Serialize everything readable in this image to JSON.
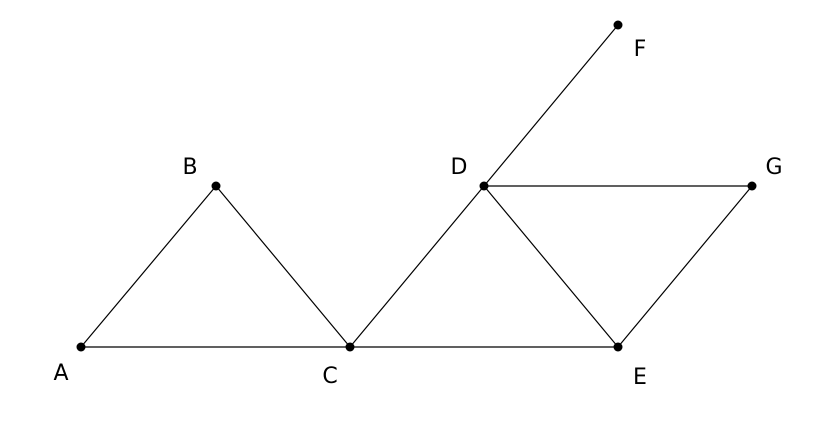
{
  "graph": {
    "nodes": [
      {
        "id": "A",
        "label": "A"
      },
      {
        "id": "B",
        "label": "B"
      },
      {
        "id": "C",
        "label": "C"
      },
      {
        "id": "D",
        "label": "D"
      },
      {
        "id": "E",
        "label": "E"
      },
      {
        "id": "F",
        "label": "F"
      },
      {
        "id": "G",
        "label": "G"
      }
    ],
    "edges": [
      [
        "A",
        "B"
      ],
      [
        "B",
        "C"
      ],
      [
        "A",
        "C"
      ],
      [
        "C",
        "D"
      ],
      [
        "C",
        "E"
      ],
      [
        "D",
        "E"
      ],
      [
        "D",
        "G"
      ],
      [
        "E",
        "G"
      ],
      [
        "D",
        "F"
      ]
    ]
  },
  "colors": {
    "line": "#000000",
    "node": "#000000",
    "label": "#000000",
    "background": "#ffffff"
  }
}
